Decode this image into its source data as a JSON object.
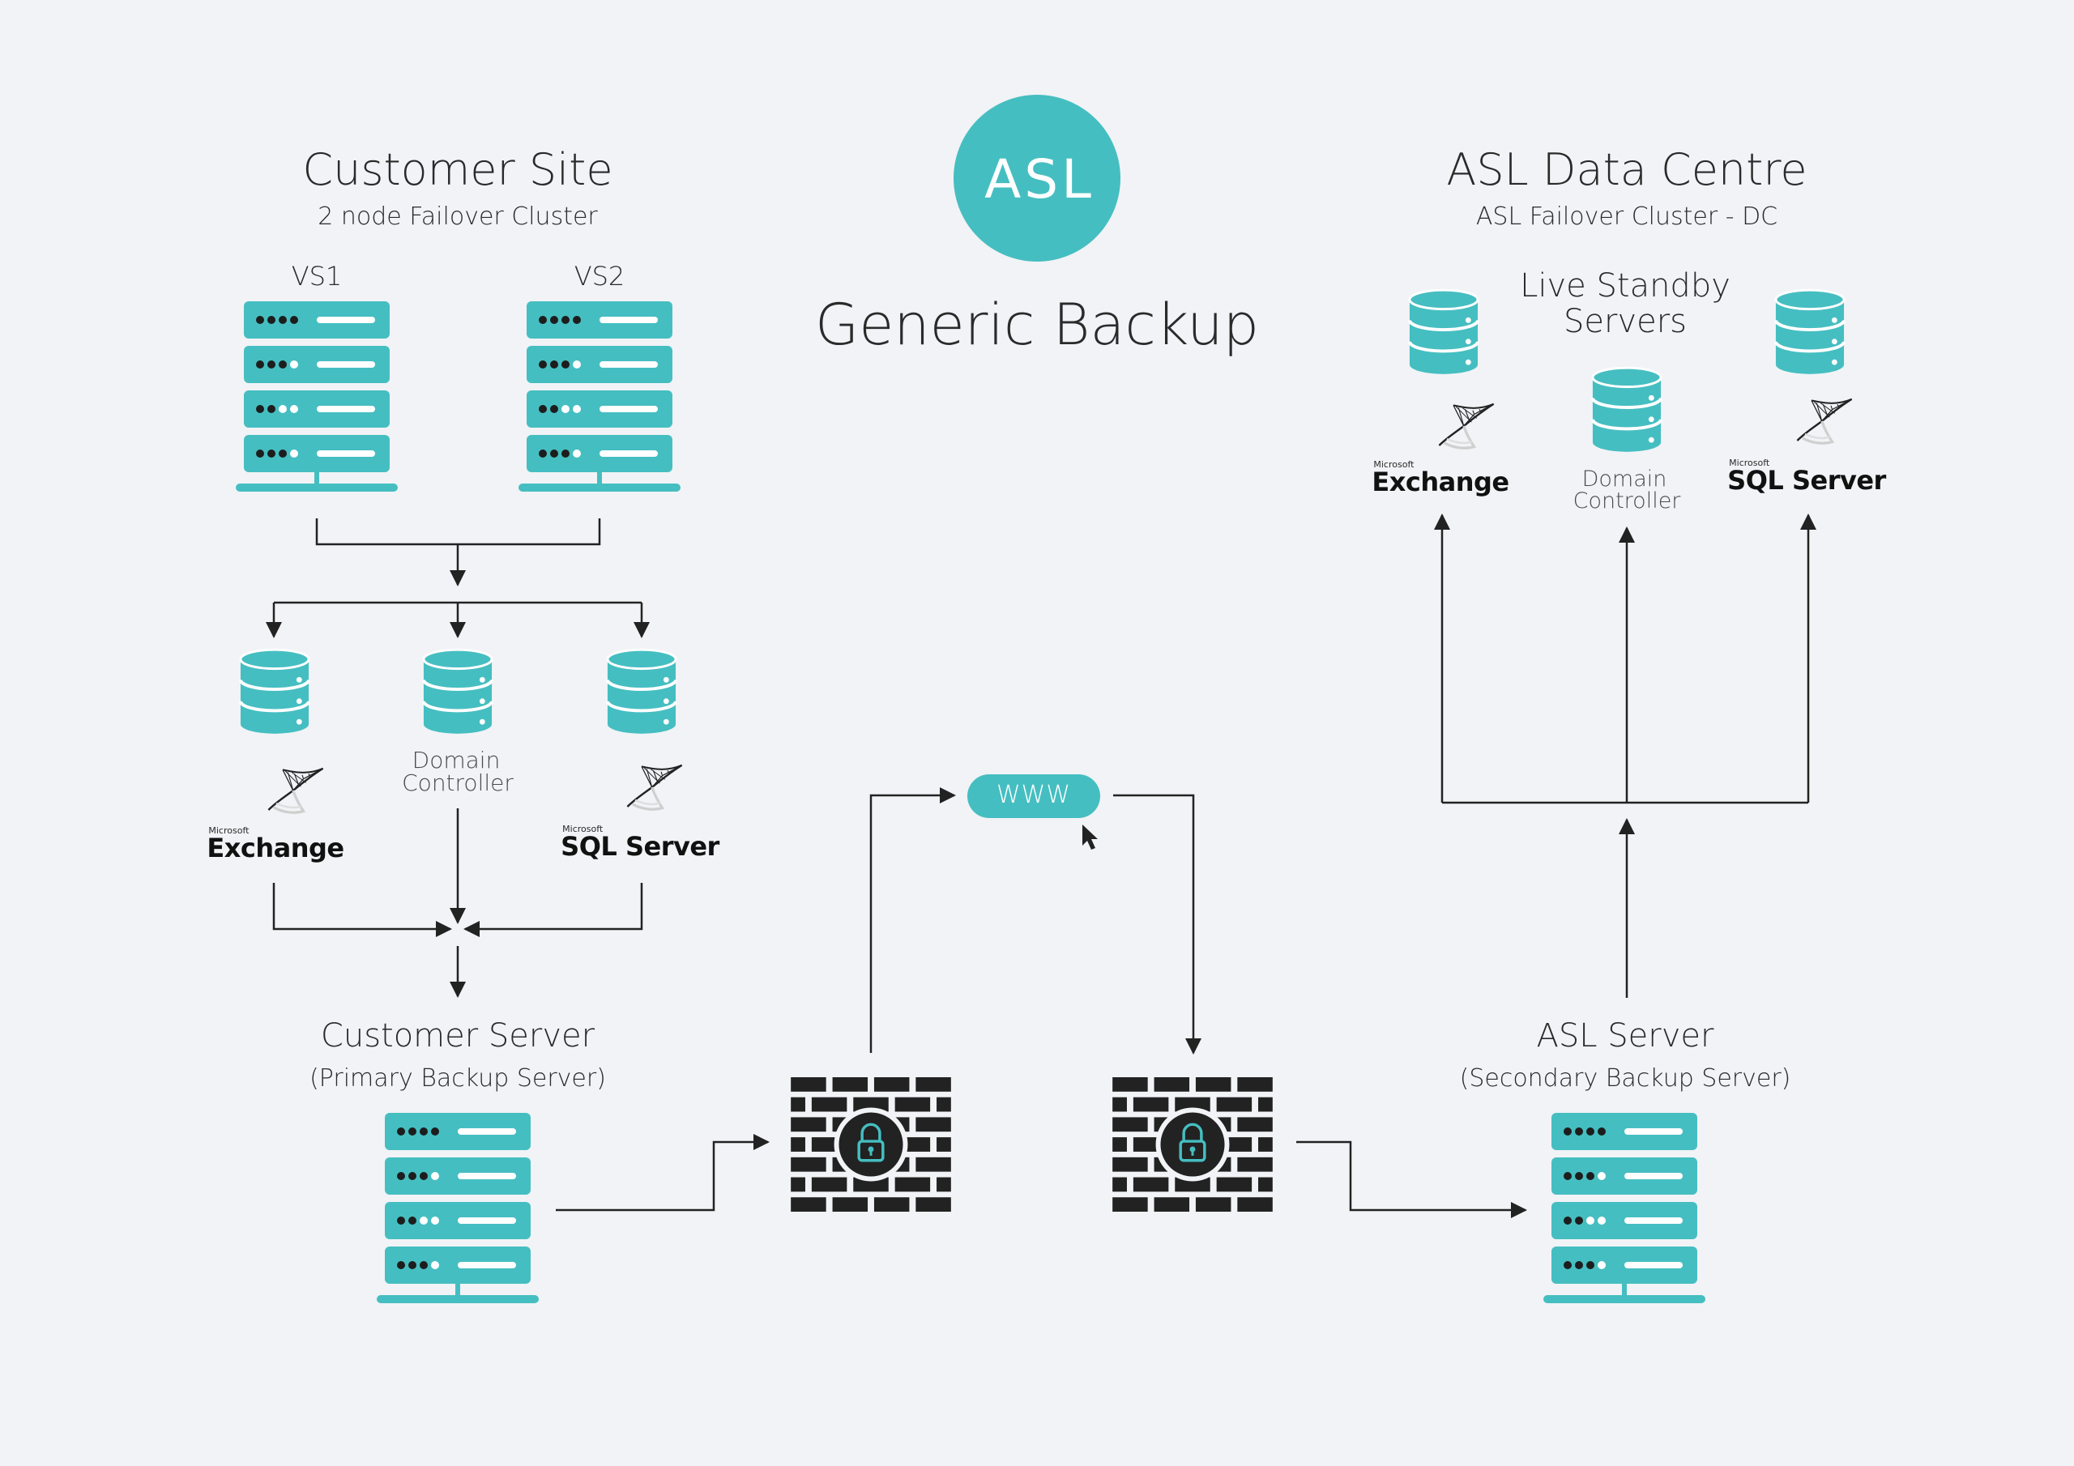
{
  "customer_site": {
    "title": "Customer Site",
    "subtitle": "2 node Failover Cluster",
    "vs1_label": "VS1",
    "vs2_label": "VS2",
    "db_exchange": {
      "brand_small": "Microsoft",
      "brand_name": "Exchange"
    },
    "db_domain": {
      "line1": "Domain",
      "line2": "Controller"
    },
    "db_sql": {
      "brand_small": "Microsoft",
      "brand_name": "SQL Server"
    },
    "server_title": "Customer Server",
    "server_subtitle": "(Primary Backup Server)"
  },
  "center": {
    "logo_text": "ASL",
    "title": "Generic Backup",
    "www_label": "WWW"
  },
  "asl_site": {
    "title": "ASL Data Centre",
    "subtitle": "ASL Failover Cluster - DC",
    "standby_line1": "Live Standby",
    "standby_line2": "Servers",
    "db_exchange": {
      "brand_small": "Microsoft",
      "brand_name": "Exchange"
    },
    "db_domain": {
      "line1": "Domain",
      "line2": "Controller"
    },
    "db_sql": {
      "brand_small": "Microsoft",
      "brand_name": "SQL Server"
    },
    "server_title": "ASL Server",
    "server_subtitle": "(Secondary Backup Server)"
  },
  "colors": {
    "accent": "#45bec1",
    "dark": "#222222",
    "background": "#f1f3f6"
  },
  "icons": [
    "server-rack-icon",
    "database-icon",
    "firewall-icon",
    "lock-icon",
    "cursor-icon",
    "sql-dart-icon"
  ]
}
